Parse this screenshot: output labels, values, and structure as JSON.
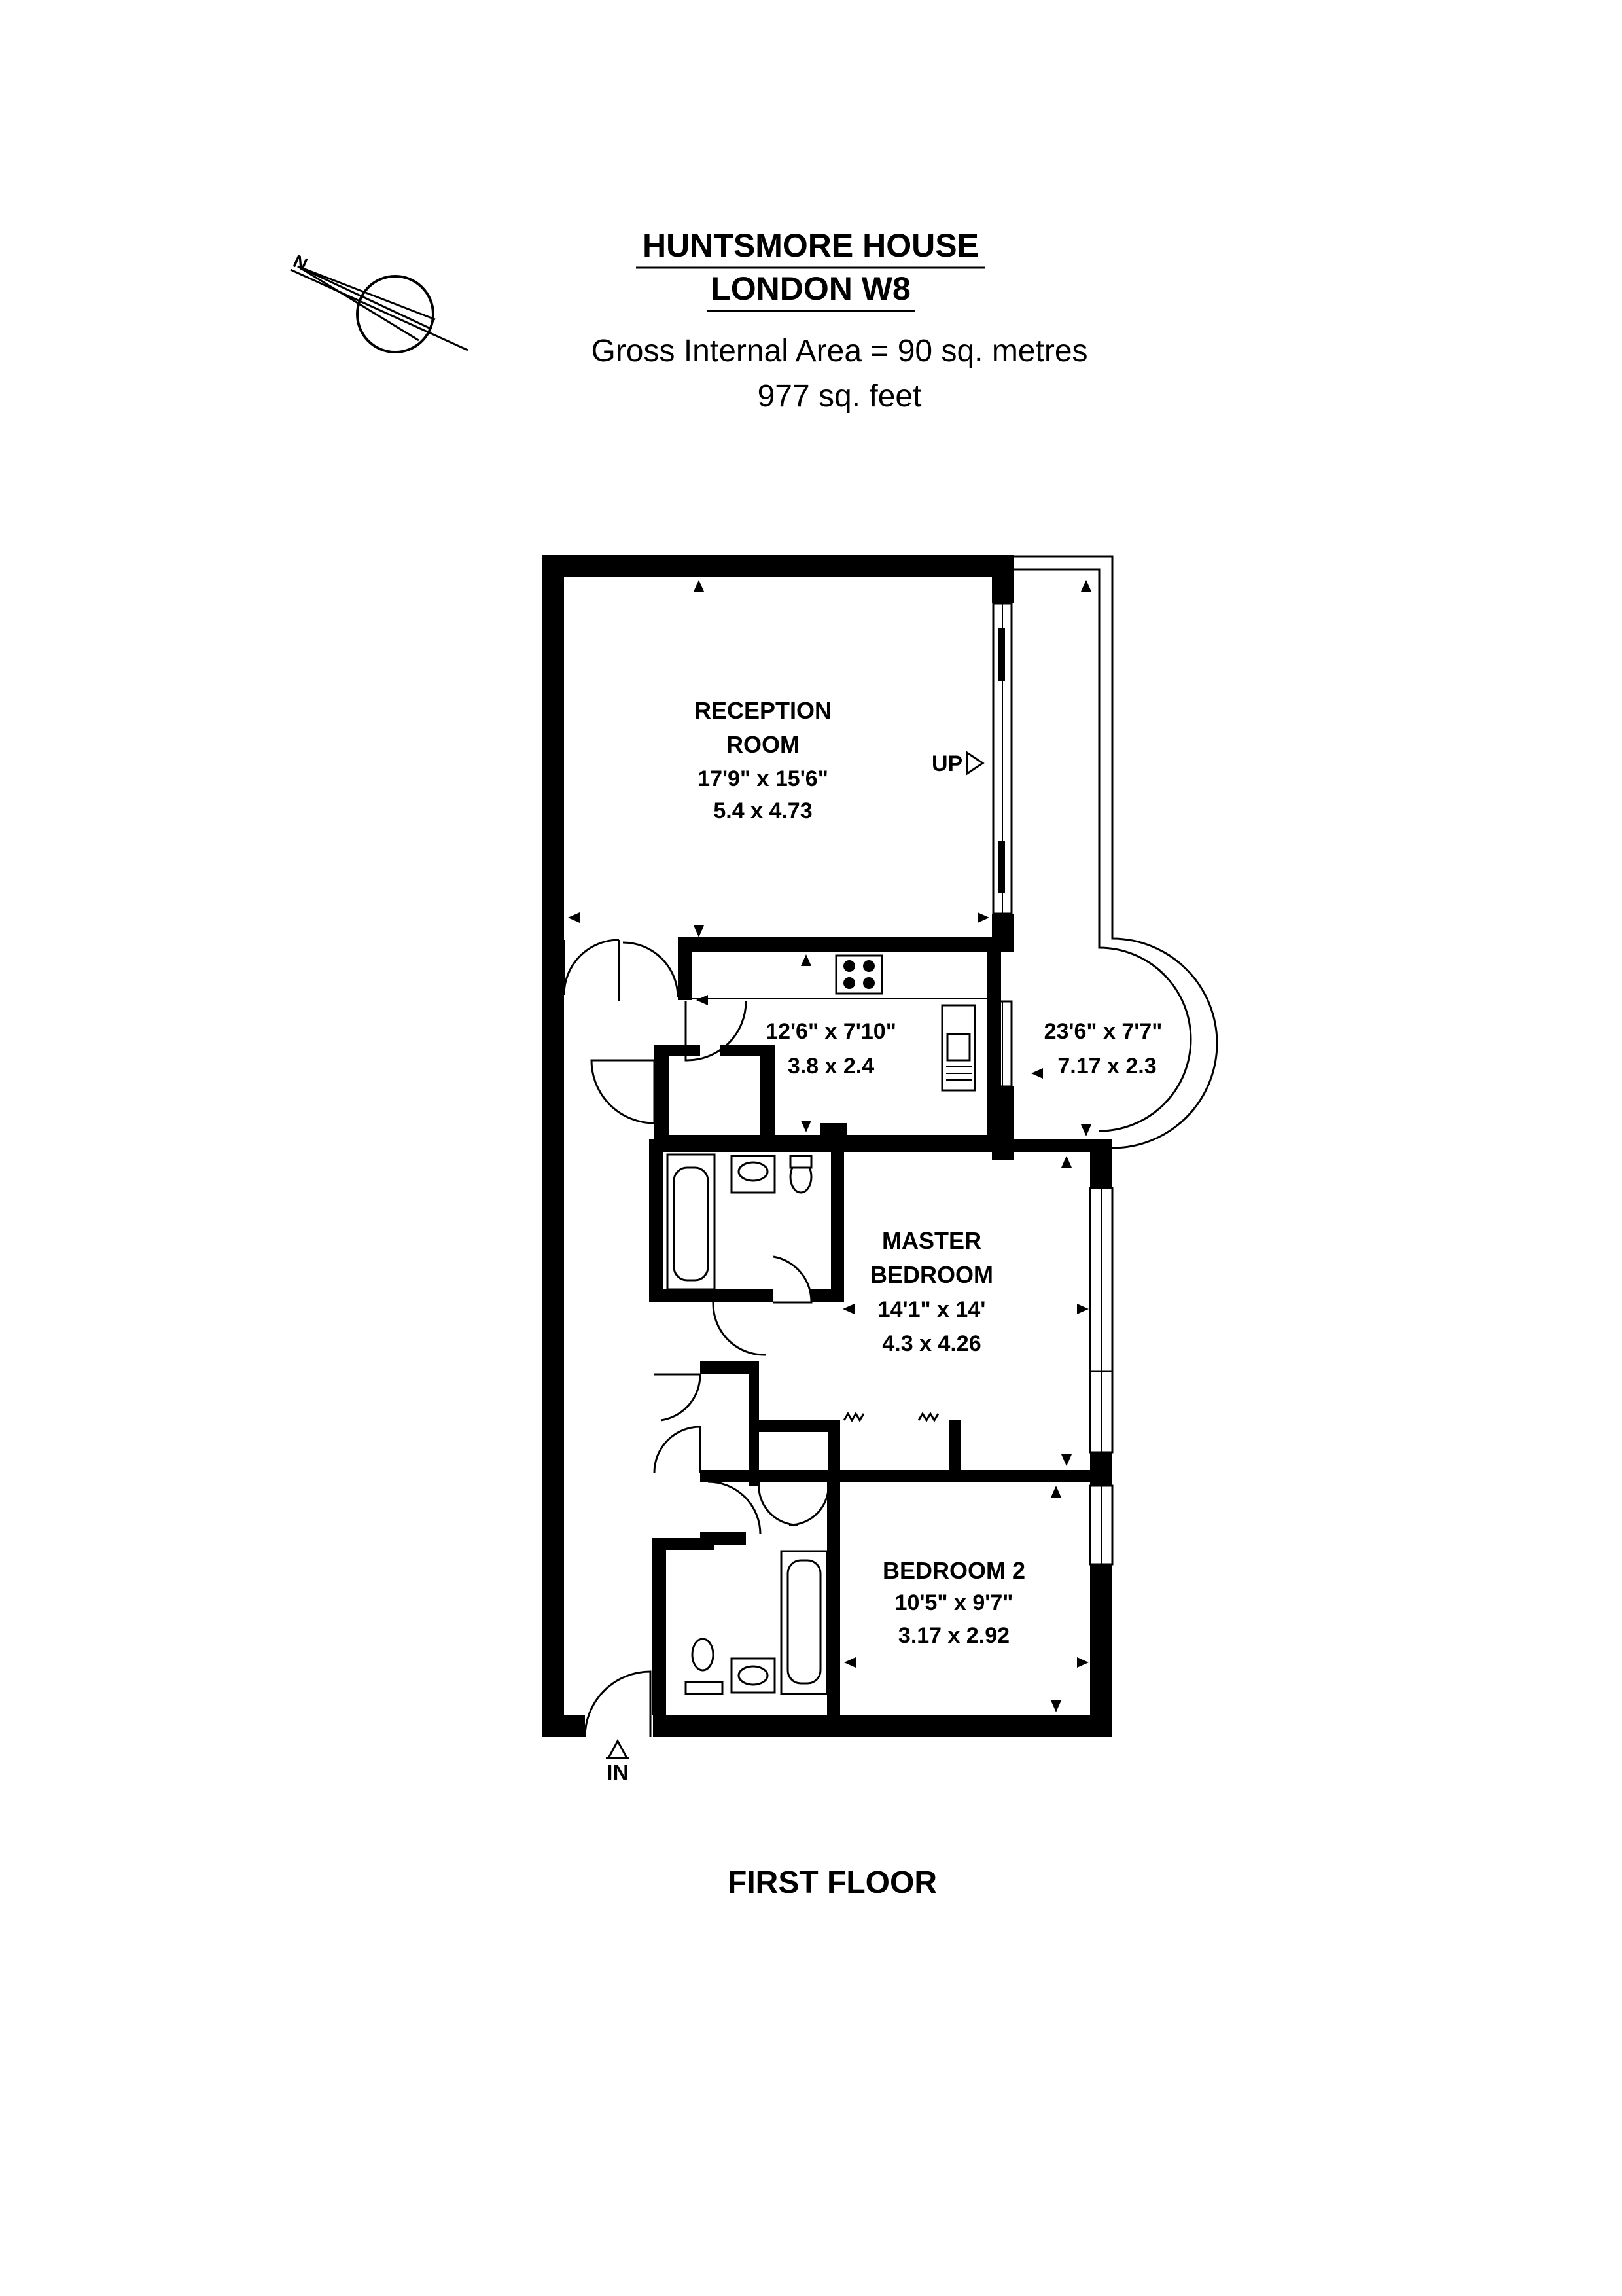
{
  "header": {
    "line1": "HUNTSMORE HOUSE",
    "line2": "LONDON W8",
    "area_metric": "Gross Internal Area = 90 sq. metres",
    "area_imperial": "977 sq. feet"
  },
  "compass": {
    "north_label": "N"
  },
  "rooms": {
    "reception": {
      "name1": "RECEPTION",
      "name2": "ROOM",
      "imperial": "17'9\" x 15'6\"",
      "metric": "5.4 x 4.73"
    },
    "kitchen": {
      "imperial": "12'6\" x 7'10\"",
      "metric": "3.8 x 2.4"
    },
    "balcony": {
      "imperial": "23'6\" x 7'7\"",
      "metric": "7.17 x 2.3"
    },
    "master": {
      "name1": "MASTER",
      "name2": "BEDROOM",
      "imperial": "14'1\" x 14'",
      "metric": "4.3 x 4.26"
    },
    "bedroom2": {
      "name": "BEDROOM 2",
      "imperial": "10'5\" x 9'7\"",
      "metric": "3.17 x 2.92"
    }
  },
  "markers": {
    "up": "UP",
    "in": "IN"
  },
  "floor_label": "FIRST FLOOR"
}
